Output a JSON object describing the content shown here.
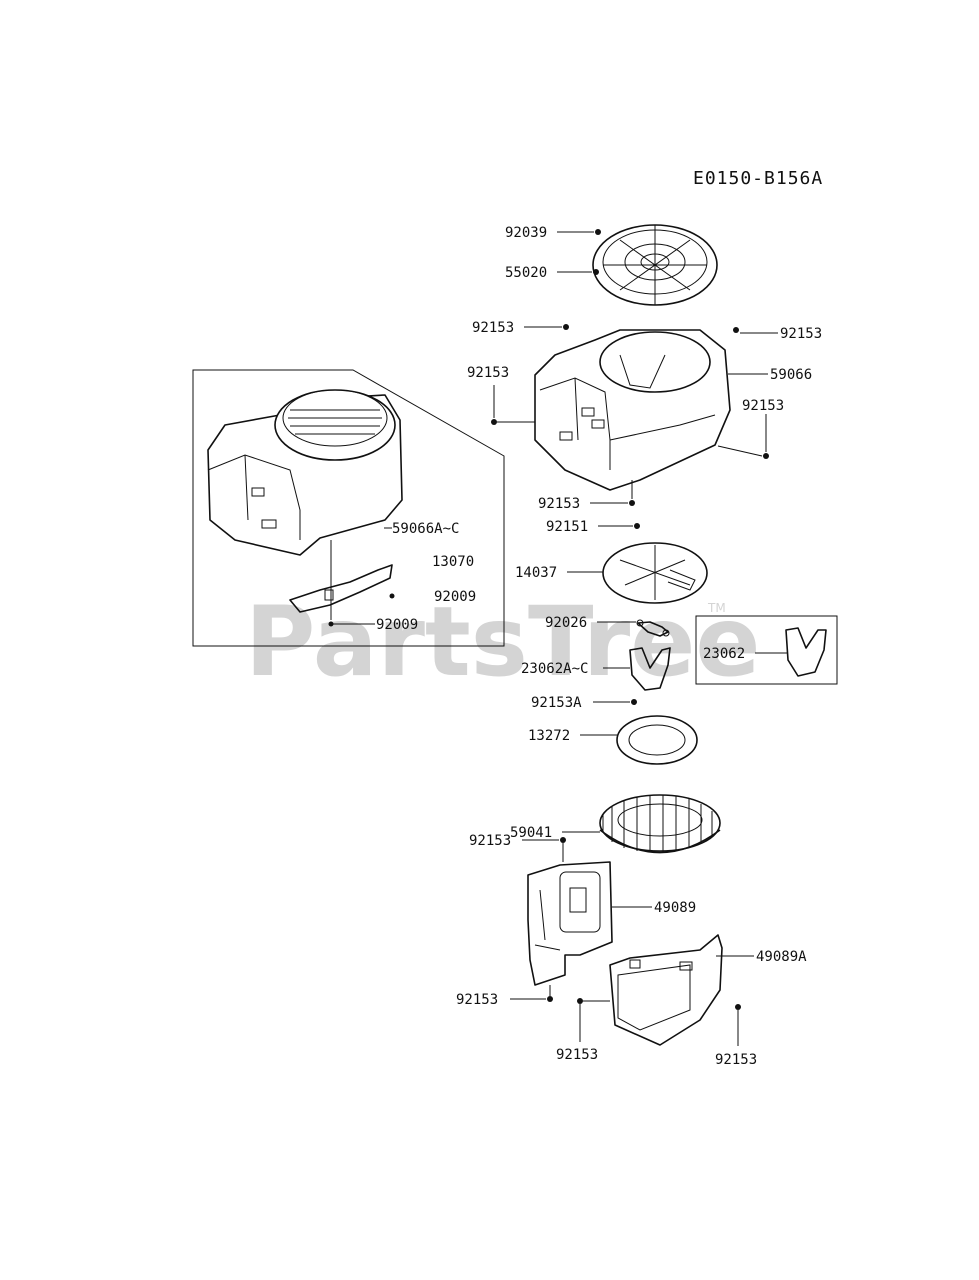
{
  "diagram_code": "E0150-B156A",
  "watermark": "PartsTree",
  "watermark_tm": "TM",
  "labels": {
    "p92039": "92039",
    "p55020": "55020",
    "p92153_a": "92153",
    "p92153_b": "92153",
    "p92153_c": "92153",
    "p59066": "59066",
    "p92153_d": "92153",
    "p92153_e": "92153",
    "p92151": "92151",
    "p14037": "14037",
    "p59066A": "59066A~C",
    "p13070": "13070",
    "p92009_a": "92009",
    "p92009_b": "92009",
    "p92026": "92026",
    "p23062": "23062",
    "p23062A": "23062A~C",
    "p92153A": "92153A",
    "p13272": "13272",
    "p59041": "59041",
    "p92153_f": "92153",
    "p49089": "49089",
    "p49089A": "49089A",
    "p92153_g": "92153",
    "p92153_h": "92153",
    "p92153_i": "92153"
  }
}
